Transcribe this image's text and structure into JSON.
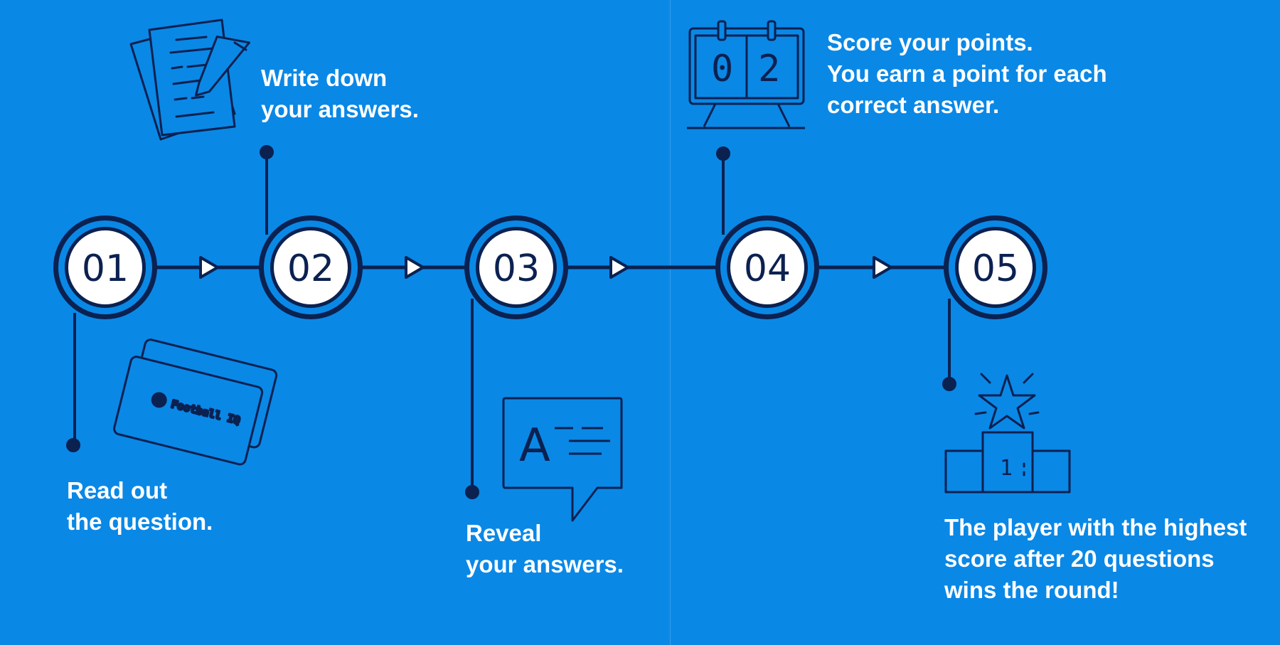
{
  "steps": [
    {
      "number": "01",
      "lines": [
        "Read out",
        "the question."
      ]
    },
    {
      "number": "02",
      "lines": [
        "Write down",
        "your answers."
      ]
    },
    {
      "number": "03",
      "lines": [
        "Reveal",
        "your answers."
      ]
    },
    {
      "number": "04",
      "lines": [
        "Score your points.",
        "You earn a point for each",
        "correct answer."
      ]
    },
    {
      "number": "05",
      "lines": [
        "The player with the highest",
        "score after 20 questions",
        "wins the round!"
      ]
    }
  ],
  "icons": {
    "card": {
      "name": "quiz-card-icon",
      "brand": "Football IQ"
    },
    "paper": {
      "name": "paper-pencil-icon"
    },
    "speech": {
      "name": "speech-bubble-icon",
      "letter": "A"
    },
    "scoreboard": {
      "name": "scoreboard-icon",
      "digits": [
        "0",
        "2"
      ]
    },
    "podium": {
      "name": "podium-star-icon",
      "place": "1"
    }
  },
  "colors": {
    "background": "#0a88e6",
    "line": "#0b2150",
    "circle_fill": "#ffffff",
    "text": "#ffffff"
  }
}
